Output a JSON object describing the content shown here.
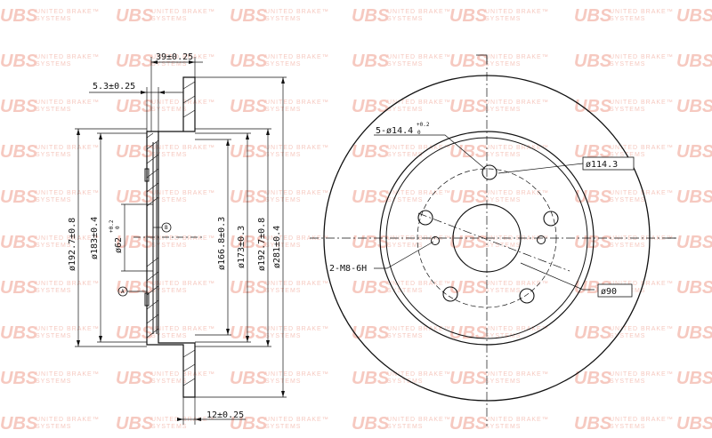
{
  "watermark": {
    "logo": "UBS",
    "line1": "UNITED BRAKE™",
    "line2": "SYSTEMS"
  },
  "side_view": {
    "hat_height": "39±0.25",
    "hat_thickness": "5.3±0.25",
    "disc_thickness": "12±0.25",
    "dia_outer_hat": "ø192.7±0.8",
    "dia_183": "ø183±0.4",
    "dia_center_bore": "ø62",
    "center_bore_tol_upper": "+0.2",
    "center_bore_tol_lower": "0",
    "dia_166": "ø166.8±0.3",
    "dia_173": "ø173±0.3",
    "dia_192_inner": "ø192.7±0.8",
    "dia_outer": "ø281±0.4",
    "datum_a": "A",
    "datum_b": "B"
  },
  "front_view": {
    "bolt_holes": "5-ø14.4",
    "bolt_tol_upper": "+0.2",
    "bolt_tol_lower": "0",
    "pcd": "ø114.3",
    "threads": "2-M8-6H",
    "center_dia": "ø90"
  }
}
